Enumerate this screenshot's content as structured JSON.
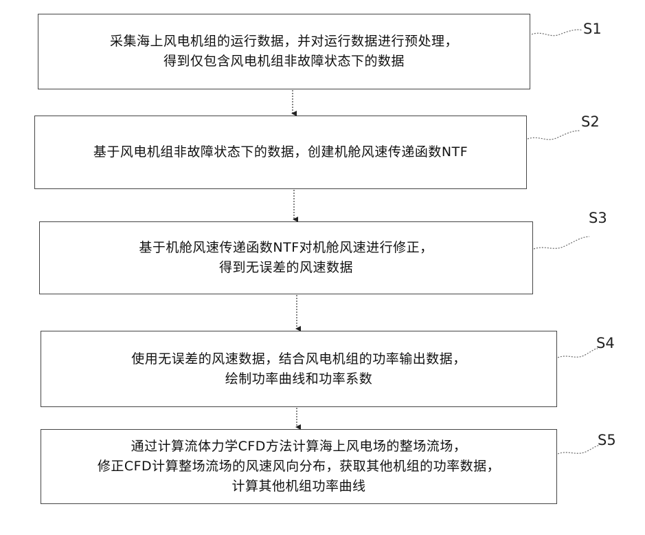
{
  "steps": [
    {
      "id": "S1",
      "lines": [
        "采集海上风电机组的运行数据，并对运行数据进行预处理，",
        "得到仅包含风电机组非故障状态下的数据"
      ]
    },
    {
      "id": "S2",
      "lines": [
        "基于风电机组非故障状态下的数据，创建机舱风速传递函数NTF"
      ]
    },
    {
      "id": "S3",
      "lines": [
        "基于机舱风速传递函数NTF对机舱风速进行修正，",
        "得到无误差的风速数据"
      ]
    },
    {
      "id": "S4",
      "lines": [
        "使用无误差的风速数据，结合风电机组的功率输出数据，",
        "绘制功率曲线和功率系数"
      ]
    },
    {
      "id": "S5",
      "lines": [
        "通过计算流体力学CFD方法计算海上风电场的整场流场，",
        "修正CFD计算整场流场的风速风向分布，获取其他机组的功率数据，",
        "计算其他机组功率曲线"
      ]
    }
  ]
}
